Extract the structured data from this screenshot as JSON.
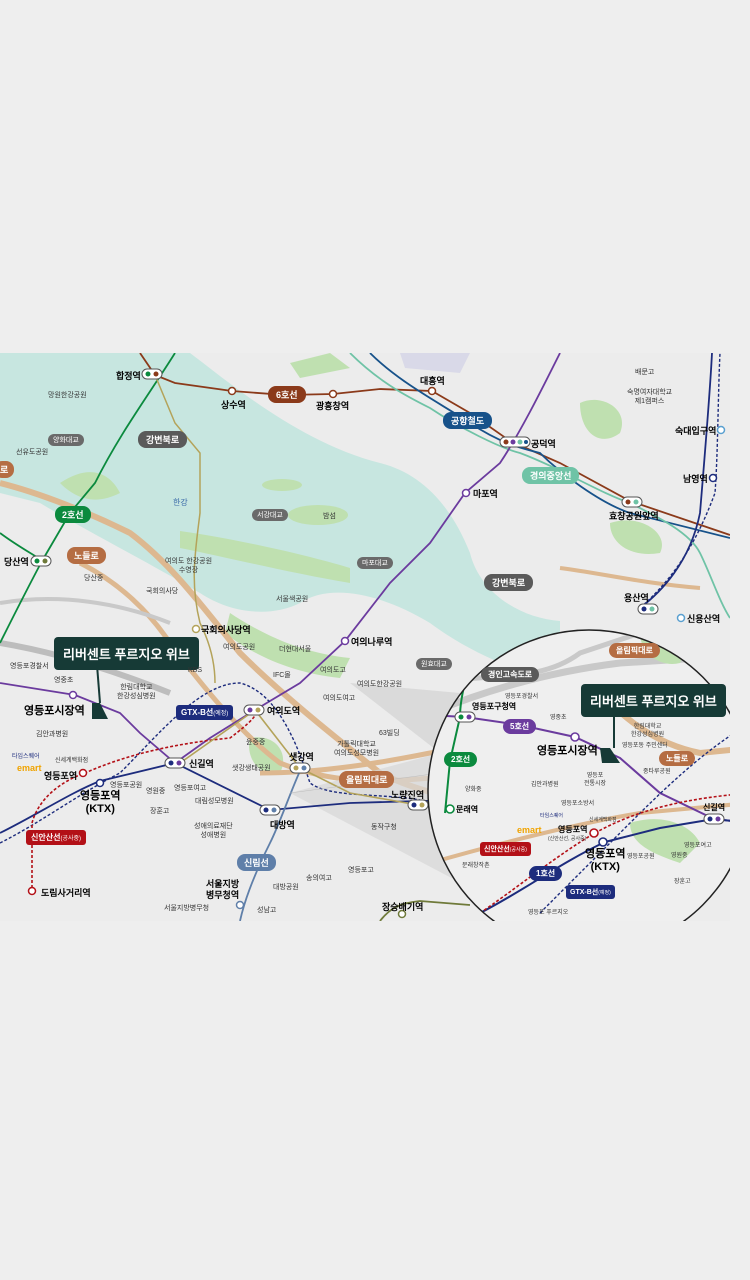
{
  "callout_main": "리버센트 푸르지오 위브",
  "callout_inset": "리버센트 푸르지오 위브",
  "river_label": "한강",
  "stations": {
    "hapjeong": "합정역",
    "sangsu": "상수역",
    "gwangheungchang": "광흥창역",
    "daeheung": "대흥역",
    "gongdeok": "공덕역",
    "mapo": "마포역",
    "sukdae": "숙대입구역",
    "namyeong": "남영역",
    "hyochang": "효창공원앞역",
    "yongsan": "용산역",
    "sinyongsan": "신용산역",
    "dangsan": "당산역",
    "gukhoe": "국회의사당역",
    "yeouinaru": "여의나루역",
    "yeouido": "여의도역",
    "yeongdeungpo_market": "영등포시장역",
    "yeongdeungpo": "영등포역",
    "yeongdeungpo_ktx": "(KTX)",
    "singil": "신길역",
    "saetgang": "샛강역",
    "noryangjin": "노량진역",
    "daebang": "대방역",
    "byeongmucheong": "서울지방\n병무청역",
    "jangseungbaegi": "장승배기역",
    "dorimsageori": "도림사거리역",
    "yeongdeungpogu": "영등포구청역",
    "mullae": "문래역"
  },
  "line_pills": {
    "line6": "6호선",
    "airport": "공항철도",
    "gyeongui": "경의중앙선",
    "line2": "2호선",
    "line1": "1호선",
    "line5": "5호선",
    "sillim": "신림선",
    "sinansan": "신안산선",
    "sinansan_note": "(공사중)",
    "sinansan_inset_note": "(공사중)",
    "gtxb": "GTX-B선",
    "gtxb_note": "(예정)"
  },
  "roads": {
    "gangbyeon": "강변북로",
    "gangbyeon2": "강변북로",
    "noduel": "노들로",
    "olympic": "올림픽대로",
    "ro_left": "로",
    "gyeongin": "경인고속도로"
  },
  "bridges": {
    "yanghwa": "양화대교",
    "seogang": "서강대교",
    "mapo_bridge": "마포대교",
    "wonhyo": "원효대교"
  },
  "places": {
    "mangwon": "망원한강공원",
    "seonyudo": "선유도공원",
    "bamseom": "밤섬",
    "yeouido_hangang": "여의도 한강공원\n수영장",
    "gukhoe_building": "국회의사당",
    "seoul_marina": "서울색공원",
    "yeouido_park": "여의도공원",
    "ifc": "IFC몰",
    "kbs": "KBS",
    "yeoui_high": "여의도고",
    "yeoui_middle": "여의도여고",
    "yeouido_hangang2": "여의도한강공원",
    "building63": "63빌딩",
    "catholic": "가톨릭대학교\n여의도성모병원",
    "yunjung": "윤중중",
    "saetgang_park": "샛강생태공원",
    "hallym": "한림대학교\n한강성심병원",
    "police": "영등포경찰서",
    "yeongjung": "영중초",
    "kimandae": "김안과병원",
    "timesquare": "타임스퀘어",
    "shinsegae": "신세계백화점",
    "emart": "emart",
    "yeongdeungpo_park": "영등포공원",
    "yeongwon": "영원중",
    "yeongdeungpo_girls": "영등포여고",
    "daerim": "대림성모병원",
    "jangman": "장훈고",
    "seongae": "성애의료재단\n성애병원",
    "dongjakgu": "동작구청",
    "songui": "송의여고",
    "daebang_park": "대방공원",
    "yeongdeungpo_high": "영등포고",
    "seongnamgo": "성남고",
    "seoul_byeongmu": "서울지방병무청",
    "baemun": "배문고",
    "sookmyung": "숙명여자대학교\n제1캠퍼스",
    "dangsan_mid": "당산중"
  },
  "inset": {
    "yangpyeong": "양화중",
    "kimandae": "김안과병원",
    "yeongdeungpo_market": "영등포\n전통시장",
    "police": "영등포소방서",
    "shinsegae": "신세계백화점",
    "timesquare": "타임스퀘어",
    "emart": "emart",
    "yeongdeungpo_park": "영등포공원",
    "yeongwon": "영원중",
    "yeongdeungpo_high": "영등포여고",
    "jangmun": "장훈고",
    "munrae": "문래창작촌",
    "hallym": "한림대학교\n한강성심병원",
    "yeongdeungpo_center": "영등포동 주민센터",
    "jungtaek": "중타루공원",
    "yeongjung": "영중초",
    "police_station": "영등포경찰서",
    "dangsan_note": "(신안산선, 공사중)",
    "puruji": "영등포 푸르지오"
  },
  "colors": {
    "river": "#c7e6e0",
    "green": "#bfe0b0",
    "road": "#ddb890",
    "line6": "#8b3a1a",
    "line5": "#6b3b9e",
    "line2": "#0b8a3e",
    "line1": "#1d2c7d",
    "gyeongui": "#6fc3a6",
    "airport": "#17528a",
    "sinansan": "#b31017",
    "gtx": "#1d2c7d",
    "sillim": "#5f7fa9",
    "callout": "#163a36"
  }
}
